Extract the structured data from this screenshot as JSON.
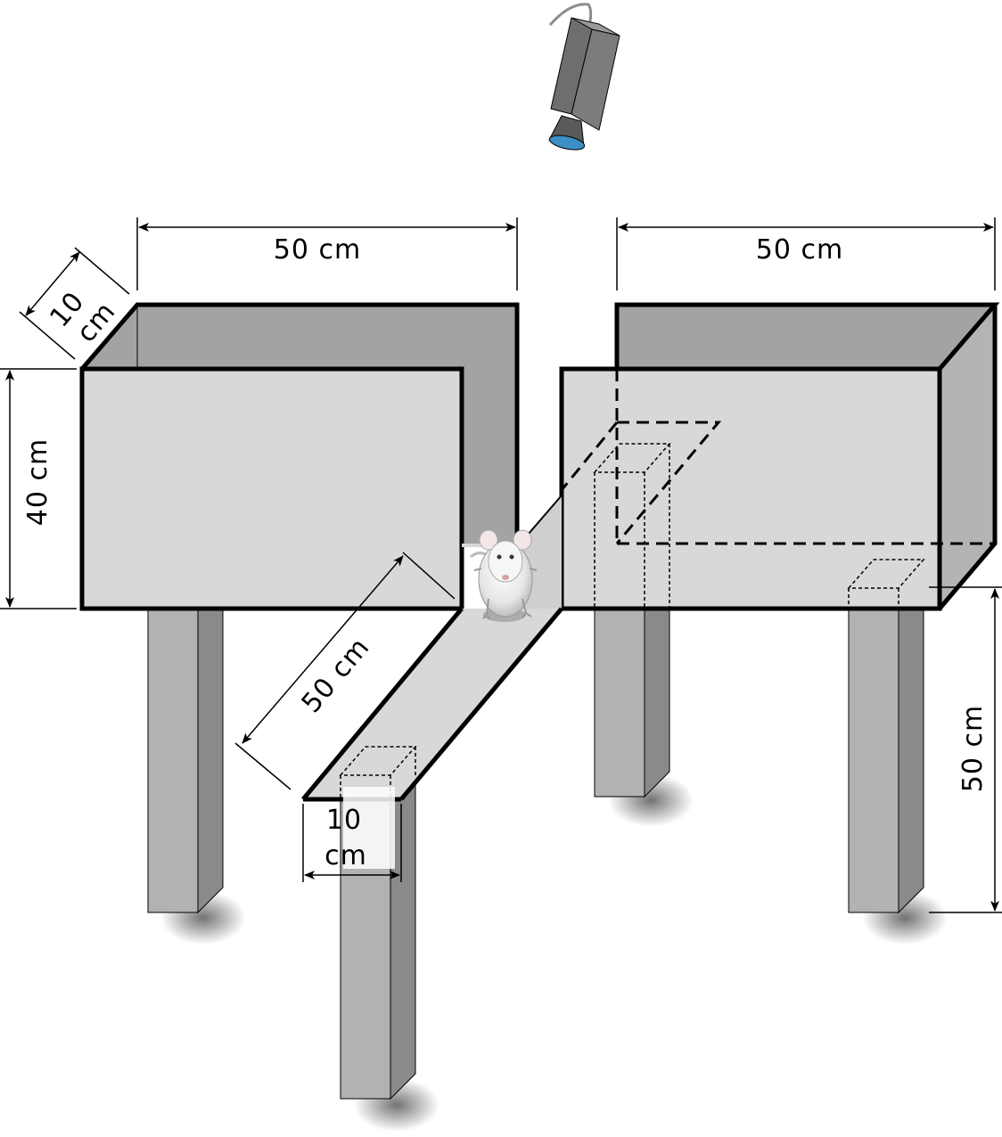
{
  "labels": {
    "left_box_width": "50 cm",
    "right_box_width": "50 cm",
    "left_box_depth_value": "10",
    "left_box_depth_unit": "cm",
    "left_box_height": "40 cm",
    "corridor_length": "50 cm",
    "corridor_width_value": "10",
    "corridor_width_unit": "cm",
    "leg_height": "50 cm"
  },
  "colors": {
    "front_face": "#d8d8d8",
    "back_wall": "#a3a3a3",
    "side_wall": "#b4b4b4",
    "leg_front": "#b2b2b2",
    "leg_side": "#8a8a8a",
    "camera_body": "#6e6e6e",
    "camera_lens": "#3b8fc4",
    "outline": "#000000"
  },
  "icons": {
    "camera": "camera-icon",
    "rat": "rat-icon"
  }
}
